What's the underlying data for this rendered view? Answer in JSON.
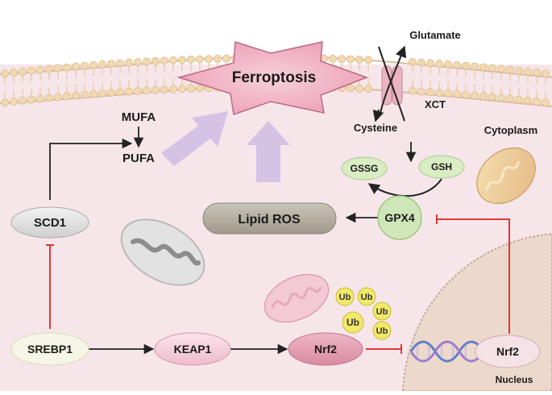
{
  "labels": {
    "ferroptosis": "Ferroptosis",
    "glutamate": "Glutamate",
    "xct": "XCT",
    "cysteine": "Cysteine",
    "cytoplasm": "Cytoplasm",
    "mufa": "MUFA",
    "pufa": "PUFA",
    "gssg": "GSSG",
    "gsh": "GSH",
    "scd1": "SCD1",
    "lipid_ros": "Lipid ROS",
    "gpx4": "GPX4",
    "srebp1": "SREBP1",
    "keap1": "KEAP1",
    "nrf2": "Nrf2",
    "nrf2_nuclear": "Nrf2",
    "nucleus": "Nucleus",
    "ub": "Ub"
  },
  "colors": {
    "cell_background": "#f6e6ea",
    "membrane_head": "#f3d9b0",
    "ferroptosis_star": "#f2b8c8",
    "promote_arrow": "#d5c3e6",
    "inhibit_line": "#e02020",
    "gpx4_fill": "#cfe6b8",
    "ub_fill": "#f2e86a",
    "nucleus_fill": "#ecd9cc"
  }
}
